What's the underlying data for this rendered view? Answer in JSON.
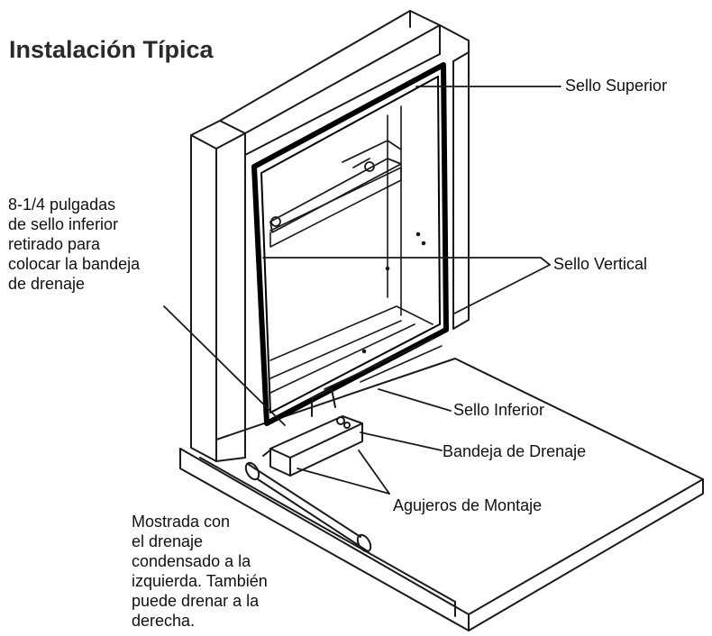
{
  "title": "Instalación Típica",
  "labels": {
    "top_seal": "Sello Superior",
    "vertical_seal": "Sello Vertical",
    "bottom_seal": "Sello Inferior",
    "drain_pan": "Bandeja de Drenaje",
    "mounting_holes": "Agujeros de Montaje"
  },
  "note_removed_seal": [
    "8-1/4 pulgadas",
    "de sello inferior",
    "retirado para",
    "colocar la bandeja",
    "de drenaje"
  ],
  "note_drain_side": [
    "Mostrada con",
    "el drenaje",
    "condensado a la",
    "izquierda. También",
    "puede drenar a la",
    "derecha."
  ]
}
